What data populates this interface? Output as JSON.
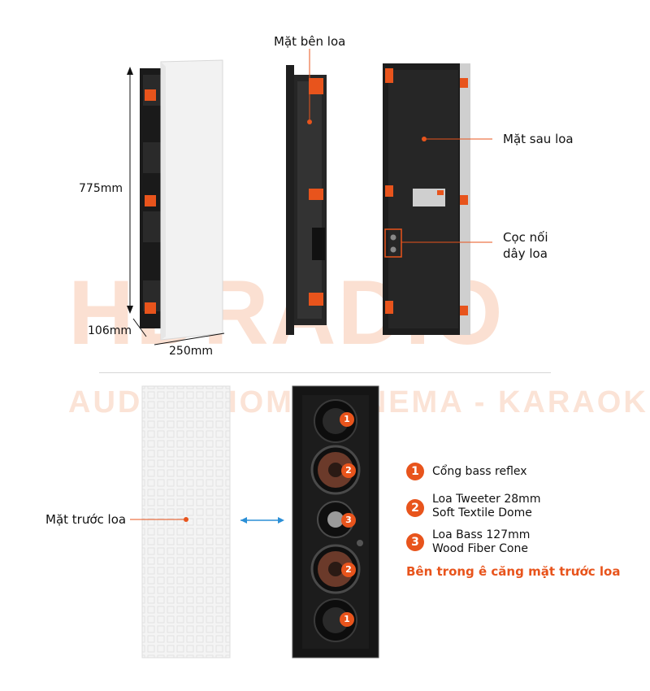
{
  "labels": {
    "side": "Mặt bên loa",
    "back": "Mặt sau loa",
    "terminal_line1": "Cọc nối",
    "terminal_line2": "dây loa",
    "front": "Mặt trước loa"
  },
  "dimensions": {
    "height": "775mm",
    "depth": "106mm",
    "width": "250mm"
  },
  "watermark": {
    "brand": "HDRADIO",
    "tagline": "AUDIO - HOME CINEMA - KARAOKE"
  },
  "legend": [
    {
      "num": "1",
      "line1": "Cổng bass reflex",
      "line2": ""
    },
    {
      "num": "2",
      "line1": "Loa Tweeter 28mm",
      "line2": "Soft Textile Dome"
    },
    {
      "num": "3",
      "line1": "Loa Bass 127mm",
      "line2": "Wood Fiber Cone"
    }
  ],
  "note": "Bên trong ê căng mặt trước loa",
  "driver_badges": [
    "1",
    "2",
    "3",
    "2",
    "1"
  ],
  "colors": {
    "accent": "#e8541c",
    "arrow": "#2b8fd6",
    "watermark_gray": "#e7e7e7",
    "watermark_peach": "#fbe3d6",
    "speaker_black": "#151515",
    "grille": "#f4f4f4"
  }
}
